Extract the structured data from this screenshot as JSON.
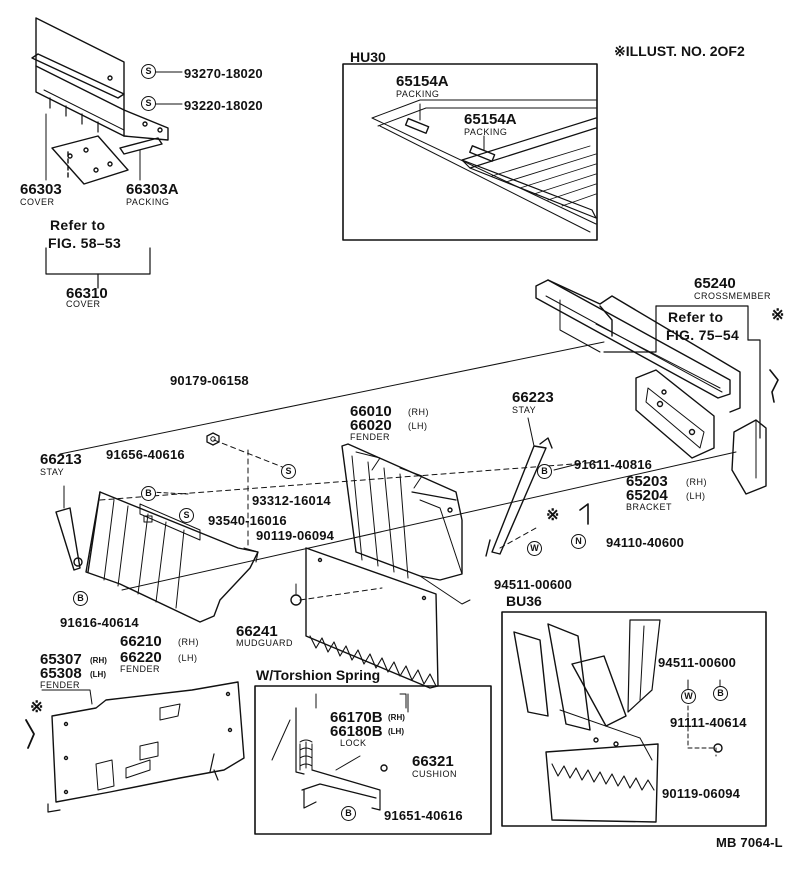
{
  "header": {
    "illust_note": "※ILLUST. NO. 2OF2",
    "sheet_code": "MB 7064-L"
  },
  "inset_hu30": {
    "title": "HU30",
    "part_a": {
      "number": "65154A",
      "name": "PACKING"
    },
    "part_b": {
      "number": "65154A",
      "name": "PACKING"
    }
  },
  "inset_bu36": {
    "title": "BU36",
    "p1": "94511-00600",
    "p1_sym": "W",
    "p2": "91111-40614",
    "p2_sym": "B",
    "p3": "90119-06094"
  },
  "inset_torsion": {
    "title": "W/Torshion Spring",
    "lock_rh": "66170B",
    "lock_rh_side": "(RH)",
    "lock_lh": "66180B",
    "lock_lh_side": "(LH)",
    "lock_name": "LOCK",
    "cushion_number": "66321",
    "cushion_name": "CUSHION",
    "bolt": "91651-40616",
    "bolt_sym": "B"
  },
  "parts": {
    "p93270": "93270-18020",
    "p93270_sym": "S",
    "p93220": "93220-18020",
    "p93220_sym": "S",
    "p66303": "66303",
    "p66303_name": "COVER",
    "p66303A": "66303A",
    "p66303A_name": "PACKING",
    "ref1_line1": "Refer to",
    "ref1_line2": "FIG. 58–53",
    "p66310": "66310",
    "p66310_name": "COVER",
    "p65240": "65240",
    "p65240_name": "CROSSMEMBER",
    "ref2_line1": "Refer to",
    "ref2_line2": "FIG. 75–54",
    "p90179": "90179-06158",
    "p66213": "66213",
    "p66213_name": "STAY",
    "p91656": "91656-40616",
    "p91656_sym": "B",
    "p93312": "93312-16014",
    "p93312_sym": "S",
    "p93540": "93540-16016",
    "p93540_sym": "S",
    "p90119": "90119-06094",
    "p66010": "66010",
    "p66010_side": "(RH)",
    "p66020": "66020",
    "p66020_side": "(LH)",
    "p66020_name": "FENDER",
    "p66223": "66223",
    "p66223_name": "STAY",
    "p91611": "91611-40816",
    "p91611_sym": "B",
    "p65203": "65203",
    "p65203_side": "(RH)",
    "p65204": "65204",
    "p65204_side": "(LH)",
    "p65204_name": "BRACKET",
    "p94110": "94110-40600",
    "p94110_sym": "N",
    "p94511": "94511-00600",
    "p94511_sym": "W",
    "p91616": "91616-40614",
    "p91616_sym": "B",
    "p66210": "66210",
    "p66210_side": "(RH)",
    "p66220": "66220",
    "p66220_side": "(LH)",
    "p66220_name": "FENDER",
    "p66241": "66241",
    "p66241_name": "MUDGUARD",
    "p65307": "65307",
    "p65307_side": "(RH)",
    "p65308": "65308",
    "p65308_side": "(LH)",
    "p65308_name": "FENDER",
    "asterisk": "※"
  }
}
